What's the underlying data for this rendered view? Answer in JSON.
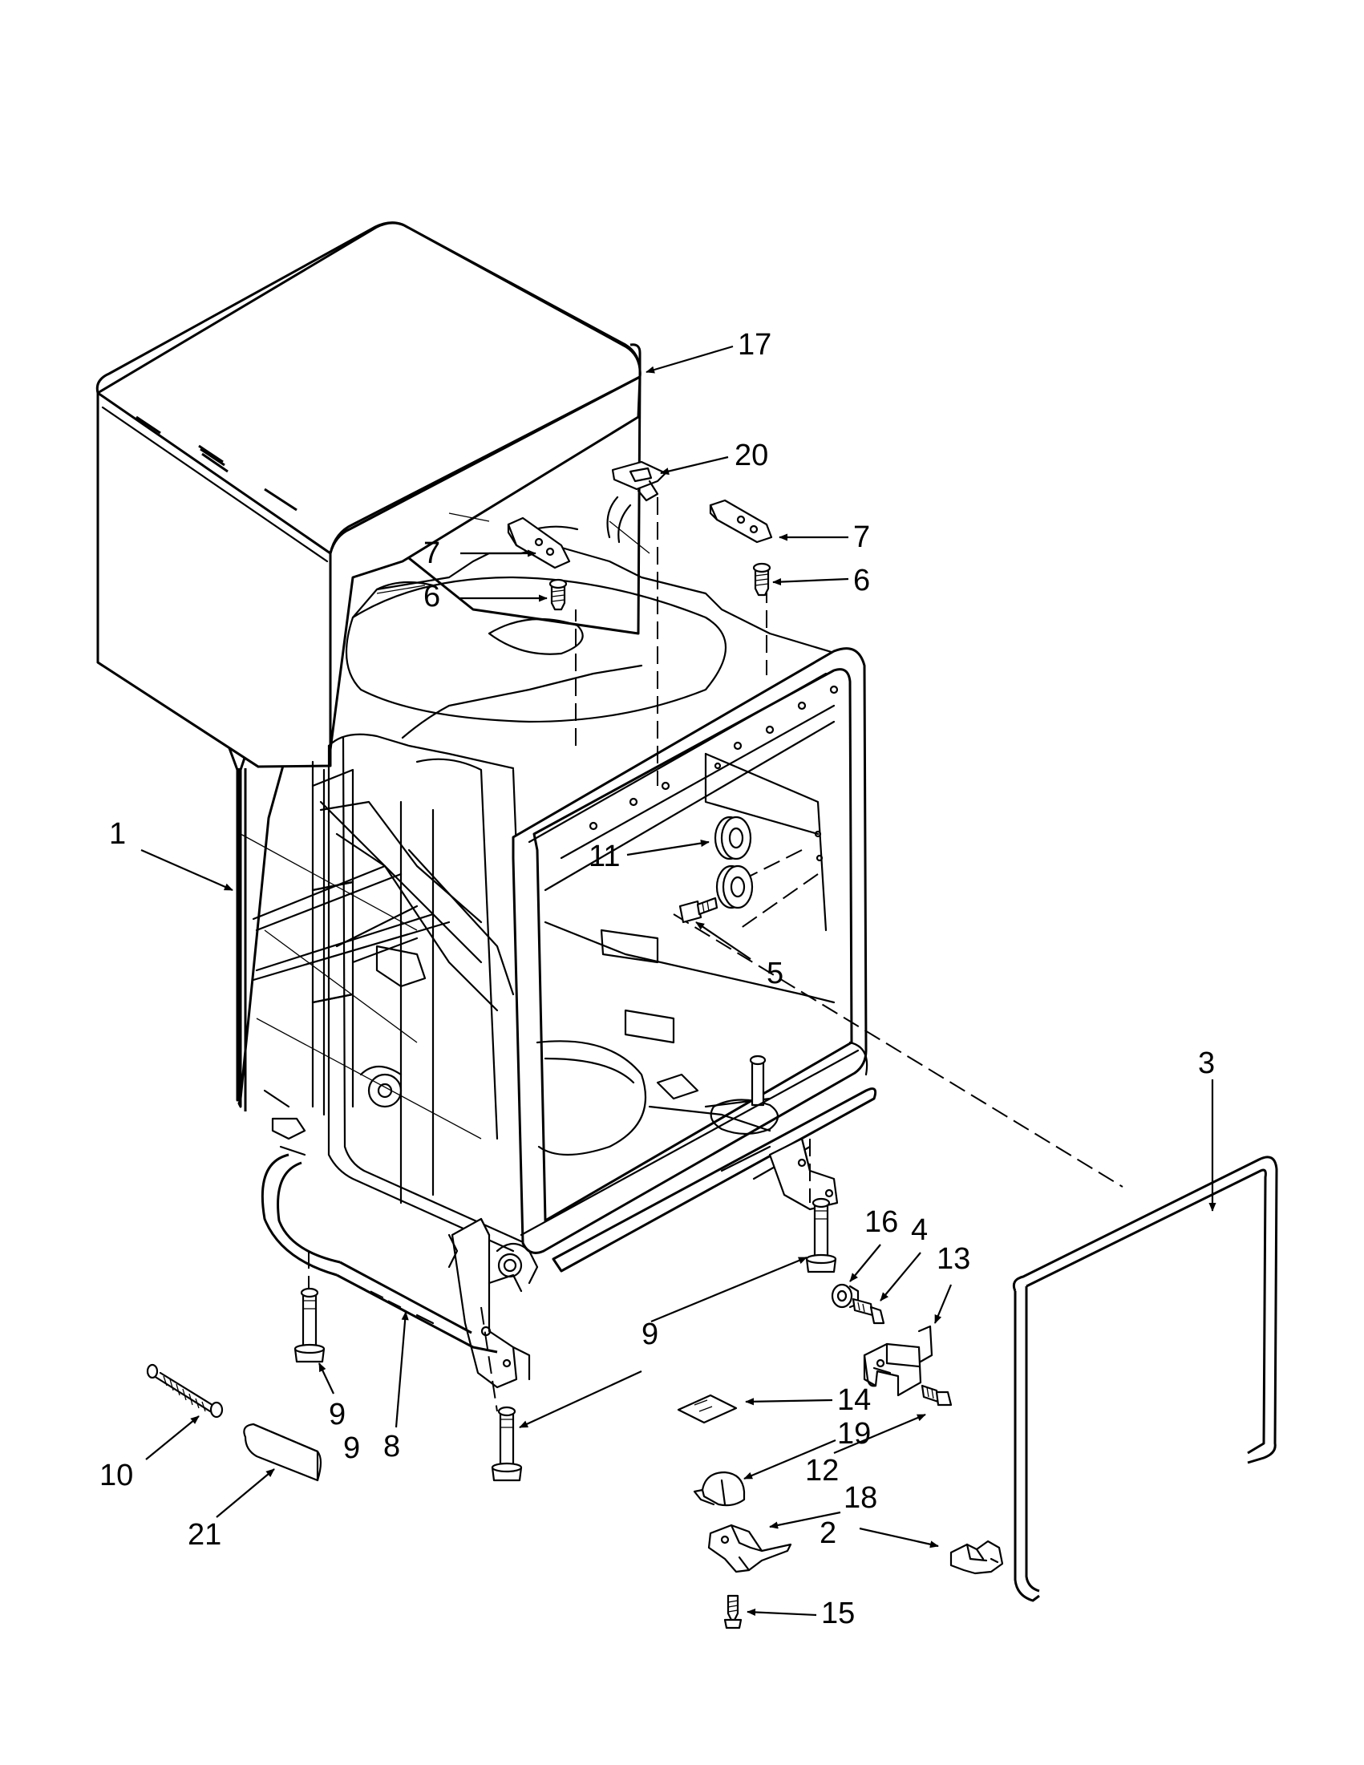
{
  "diagram": {
    "type": "exploded-parts-diagram",
    "part_labels": [
      "1",
      "2",
      "3",
      "4",
      "5",
      "6",
      "6",
      "7",
      "7",
      "8",
      "9",
      "9",
      "9",
      "10",
      "11",
      "12",
      "13",
      "14",
      "15",
      "16",
      "17",
      "18",
      "19",
      "20",
      "21"
    ]
  }
}
